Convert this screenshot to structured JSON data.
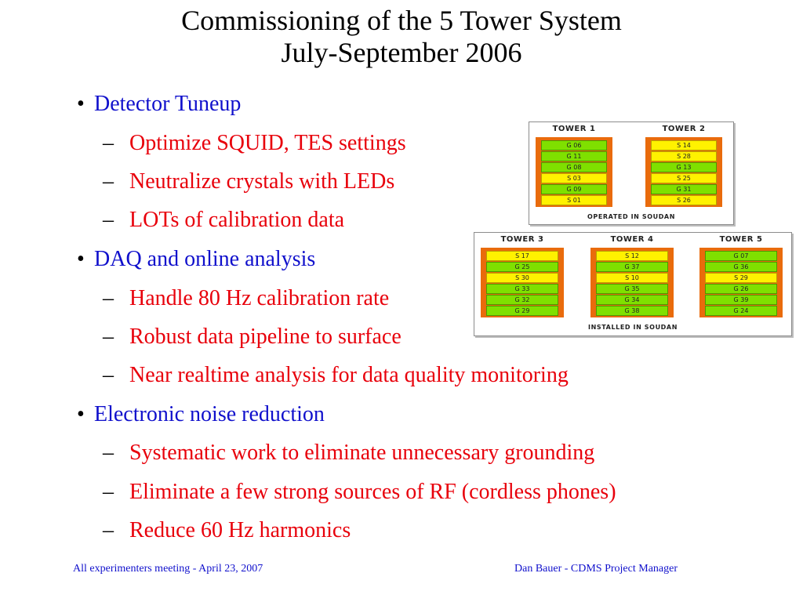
{
  "title": {
    "line1": "Commissioning of the 5 Tower System",
    "line2": "July-September 2006"
  },
  "bullets": [
    {
      "level": 1,
      "text": "Detector Tuneup"
    },
    {
      "level": 2,
      "text": "Optimize SQUID, TES settings"
    },
    {
      "level": 2,
      "text": "Neutralize crystals with LEDs"
    },
    {
      "level": 2,
      "text": "LOTs of calibration data"
    },
    {
      "level": 1,
      "text": "DAQ and online analysis"
    },
    {
      "level": 2,
      "text": "Handle 80 Hz calibration rate"
    },
    {
      "level": 2,
      "text": "Robust data pipeline to surface"
    },
    {
      "level": 2,
      "text": "Near realtime analysis for data quality monitoring"
    },
    {
      "level": 1,
      "text": "Electronic noise reduction"
    },
    {
      "level": 2,
      "text": "Systematic work to eliminate unnecessary grounding"
    },
    {
      "level": 2,
      "text": "Eliminate a few strong sources of RF (cordless phones)"
    },
    {
      "level": 2,
      "text": "Reduce 60 Hz harmonics"
    }
  ],
  "marks": {
    "level1": "•",
    "level2": "–"
  },
  "panels": {
    "top": {
      "caption": "OPERATED IN SOUDAN",
      "towers": [
        {
          "label": "TOWER 1",
          "detectors": [
            "G 06",
            "G 11",
            "G 08",
            "S 03",
            "G 09",
            "S 01"
          ]
        },
        {
          "label": "TOWER 2",
          "detectors": [
            "S 14",
            "S 28",
            "G 13",
            "S 25",
            "G 31",
            "S 26"
          ]
        }
      ]
    },
    "bottom": {
      "caption": "INSTALLED IN SOUDAN",
      "towers": [
        {
          "label": "TOWER 3",
          "detectors": [
            "S 17",
            "G 25",
            "S 30",
            "G 33",
            "G 32",
            "G 29"
          ]
        },
        {
          "label": "TOWER 4",
          "detectors": [
            "S 12",
            "G 37",
            "S 10",
            "G 35",
            "G 34",
            "G 38"
          ]
        },
        {
          "label": "TOWER 5",
          "detectors": [
            "G 07",
            "G 36",
            "S 29",
            "G 26",
            "G 39",
            "G 24"
          ]
        }
      ]
    }
  },
  "colors": {
    "level1_text": "#1010cc",
    "level2_text": "#e8000b",
    "rack_frame": "#e96b0c",
    "silicon_detector": "#fff200",
    "germanium_detector": "#7fe000"
  },
  "footer": {
    "left": "All experimenters meeting - April 23, 2007",
    "right": "Dan Bauer - CDMS Project Manager"
  }
}
